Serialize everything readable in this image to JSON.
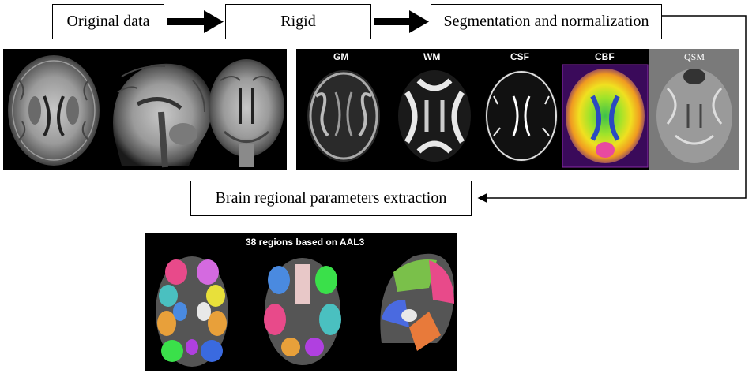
{
  "flow": {
    "step1": "Original data",
    "step2": "Rigid",
    "step3": "Segmentation and normalization",
    "step4": "Brain regional parameters extraction"
  },
  "maps": {
    "gm": "GM",
    "wm": "WM",
    "csf": "CSF",
    "cbf": "CBF",
    "qsm": "QSM"
  },
  "atlas": {
    "title": "38 regions based on AAL3"
  },
  "colors": {
    "arrow": "#000000",
    "panel_bg": "#000000"
  }
}
